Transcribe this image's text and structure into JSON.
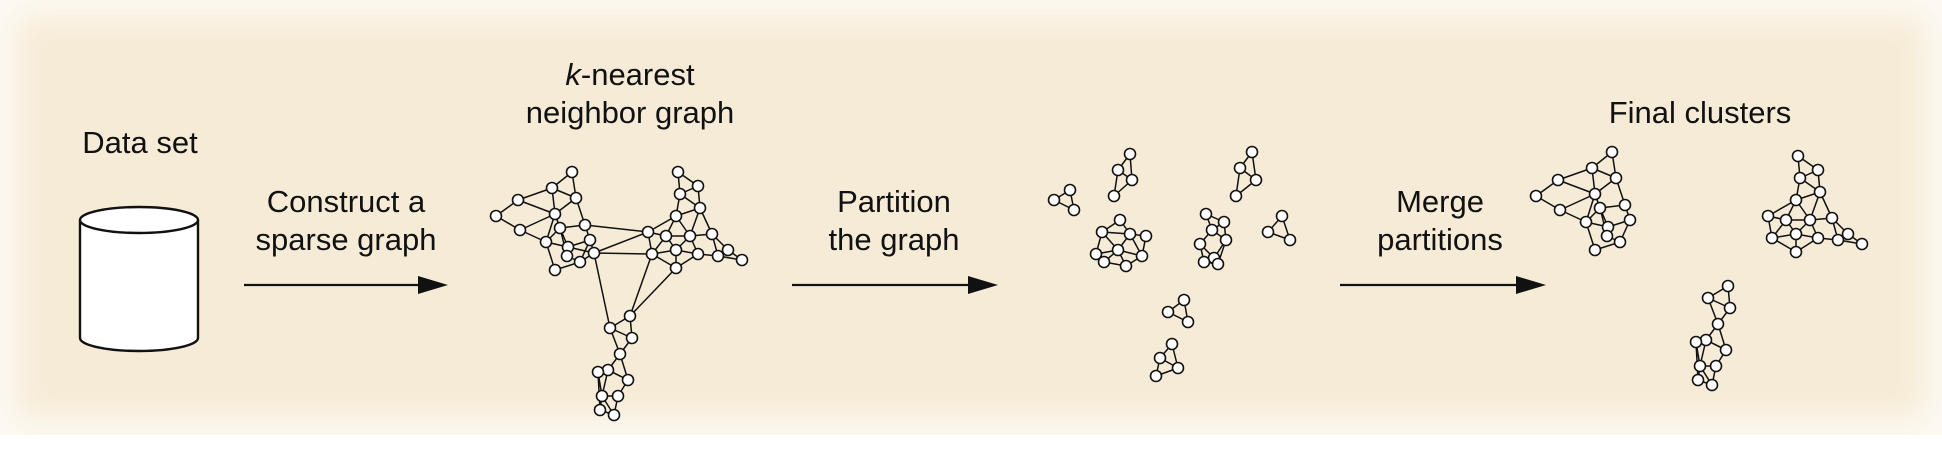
{
  "stages": {
    "dataset": "Data set",
    "knn_title_k": "k",
    "knn_title_rest": "-nearest",
    "knn_title_line2": "neighbor graph",
    "final": "Final clusters"
  },
  "steps": {
    "construct_line1": "Construct a",
    "construct_line2": "sparse graph",
    "partition_line1": "Partition",
    "partition_line2": "the graph",
    "merge_line1": "Merge",
    "merge_line2": "partitions"
  }
}
